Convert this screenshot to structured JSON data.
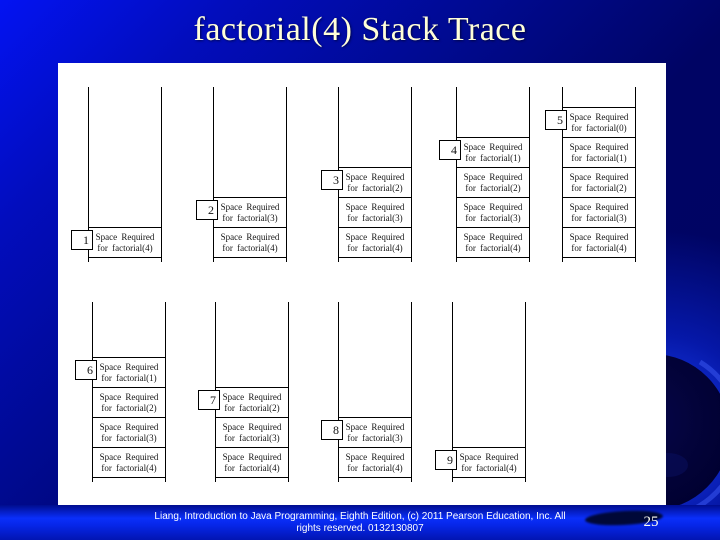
{
  "slide": {
    "title": "factorial(4) Stack Trace",
    "page_number": "25",
    "footer": {
      "line1": "Liang, Introduction to Java Programming, Eighth Edition, (c) 2011 Pearson Education, Inc. All",
      "line2": "rights reserved. 0132130807"
    }
  },
  "colors": {
    "title_text": "#FFFFD8",
    "background_bright_blue": "#0313F2",
    "background_dark_navy": "#000462",
    "footer_bar_blue": "#0A2FFA",
    "content_background": "#FFFFFF",
    "diagram_ink": "#000000",
    "globe_sphere": "#04043A",
    "globe_ring": "#2740D8"
  },
  "diagram": {
    "description": "Call stack of factorial(4): stacks 1-5 show space being added as factorial(4)..factorial(0) are invoked; stacks 6-9 show space being released as each call returns",
    "rows": [
      {
        "stacks": [
          {
            "label": "1",
            "boxes": [
              [
                "Space Required",
                "for factorial(4)"
              ]
            ]
          },
          {
            "label": "2",
            "boxes": [
              [
                "Space Required",
                "for factorial(3)"
              ],
              [
                "Space Required",
                "for factorial(4)"
              ]
            ]
          },
          {
            "label": "3",
            "boxes": [
              [
                "Space Required",
                "for factorial(2)"
              ],
              [
                "Space Required",
                "for factorial(3)"
              ],
              [
                "Space Required",
                "for factorial(4)"
              ]
            ]
          },
          {
            "label": "4",
            "boxes": [
              [
                "Space Required",
                "for factorial(1)"
              ],
              [
                "Space Required",
                "for factorial(2)"
              ],
              [
                "Space Required",
                "for factorial(3)"
              ],
              [
                "Space Required",
                "for factorial(4)"
              ]
            ]
          },
          {
            "label": "5",
            "boxes": [
              [
                "Space Required",
                "for factorial(0)"
              ],
              [
                "Space Required",
                "for factorial(1)"
              ],
              [
                "Space Required",
                "for factorial(2)"
              ],
              [
                "Space Required",
                "for factorial(3)"
              ],
              [
                "Space Required",
                "for factorial(4)"
              ]
            ]
          }
        ]
      },
      {
        "stacks": [
          {
            "label": "6",
            "boxes": [
              [
                "Space Required",
                "for factorial(1)"
              ],
              [
                "Space Required",
                "for factorial(2)"
              ],
              [
                "Space Required",
                "for factorial(3)"
              ],
              [
                "Space Required",
                "for factorial(4)"
              ]
            ]
          },
          {
            "label": "7",
            "boxes": [
              [
                "Space Required",
                "for factorial(2)"
              ],
              [
                "Space Required",
                "for factorial(3)"
              ],
              [
                "Space Required",
                "for factorial(4)"
              ]
            ]
          },
          {
            "label": "8",
            "boxes": [
              [
                "Space Required",
                "for factorial(3)"
              ],
              [
                "Space Required",
                "for factorial(4)"
              ]
            ]
          },
          {
            "label": "9",
            "boxes": [
              [
                "Space Required",
                "for factorial(4)"
              ]
            ]
          }
        ]
      }
    ]
  }
}
